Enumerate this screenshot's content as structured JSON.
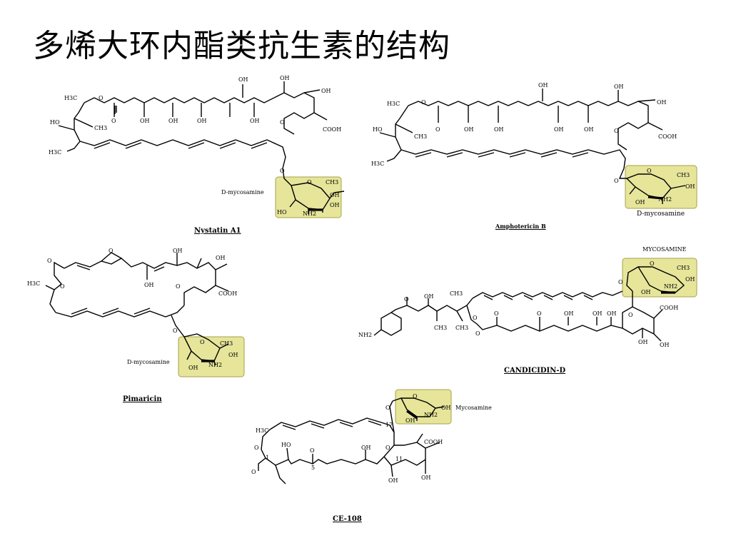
{
  "slide": {
    "title": "多烯大环内酯类抗生素的结构"
  },
  "molecules": {
    "nystatin": {
      "caption": "Nystatin A1",
      "sugar_label": "D-mycosamine",
      "labels": {
        "h3c_top": "H3C",
        "o_ester": "O",
        "o_carbonyl": "O",
        "oh_top": "OH",
        "oh_hemi": "OH",
        "oh_right": "OH",
        "oh1": "OH",
        "oh2": "OH",
        "oh3": "OH",
        "oh4": "OH",
        "ho_left": "HO",
        "ch3_mid": "CH3",
        "h3c_low": "H3C",
        "o_ring": "O",
        "cooh": "COOH",
        "o_glyc": "O",
        "s_o": "O",
        "s_ch3": "CH3",
        "s_oh1": "OH",
        "s_ho": "HO",
        "s_nh2": "NH2",
        "s_oh2": "OH"
      }
    },
    "amphotericin": {
      "caption": "Amphotericin B",
      "sugar_label": "D-mycosamine",
      "labels": {
        "h3c_top": "H3C",
        "o_ester": "O",
        "o_carbonyl": "O",
        "oh_top": "OH",
        "oh_hemi": "OH",
        "oh_right": "OH",
        "oh1": "OH",
        "oh2": "OH",
        "oh3": "OH",
        "oh4": "OH",
        "ho_left": "HO",
        "ch3_mid": "CH3",
        "h3c_low": "H3C",
        "o_ring": "O",
        "cooh": "COOH",
        "o_glyc": "O",
        "s_o": "O",
        "s_ch3": "CH3",
        "s_oh1": "OH",
        "s_oh2": "OH",
        "s_nh2": "NH2"
      }
    },
    "pimaricin": {
      "caption": "Pimaricin",
      "sugar_label": "D-mycosamine",
      "labels": {
        "o_carbonyl": "O",
        "o_epox": "O",
        "oh_hemi": "OH",
        "oh_right": "OH",
        "h3c": "H3C",
        "o_ester": "O",
        "oh1": "OH",
        "o_ring": "O",
        "cooh": "COOH",
        "o_glyc": "O",
        "s_o": "O",
        "s_ch3": "CH3",
        "s_oh1": "OH",
        "s_oh2": "OH",
        "s_nh2": "NH2"
      }
    },
    "candicidin": {
      "caption": "CANDICIDIN-D",
      "sugar_label": "MYCOSAMINE",
      "labels": {
        "nh2": "NH2",
        "o_ketone": "O",
        "oh_chain": "OH",
        "ch3_a": "CH3",
        "ch3_b": "CH3",
        "ch3_c": "CH3",
        "o_ester": "O",
        "o_carbonyl": "O",
        "o_k1": "O",
        "o_k2": "O",
        "oh1": "OH",
        "oh2": "OH",
        "oh3": "OH",
        "o_ring": "O",
        "oh_hemi": "OH",
        "oh_right": "OH",
        "cooh": "COOH",
        "o_glyc": "O",
        "s_o": "O",
        "s_ch3": "CH3",
        "s_oh1": "OH",
        "s_oh2": "OH",
        "s_nh2": "NH2"
      }
    },
    "ce108": {
      "caption": "CE-108",
      "sugar_label": "Mycosamine",
      "labels": {
        "h3c": "H3C",
        "o_ester": "O",
        "o_carbonyl": "O",
        "n1": "1",
        "ho": "HO",
        "o_k": "O",
        "n5": "5",
        "oh_mid": "OH",
        "o_ring": "O",
        "n11": "11",
        "n17": "17",
        "cooh": "COOH",
        "oh_hemi": "OH",
        "oh_low": "OH",
        "o_glyc": "O",
        "s_o": "O",
        "s_oh1": "OH",
        "s_oh2": "OH",
        "s_nh2": "NH2"
      }
    }
  }
}
